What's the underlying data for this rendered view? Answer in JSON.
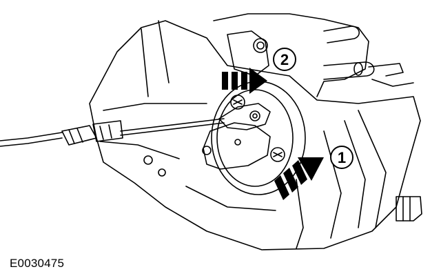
{
  "figure": {
    "code": "E0030475",
    "callouts": [
      {
        "id": "callout-1",
        "label": "1"
      },
      {
        "id": "callout-2",
        "label": "2"
      }
    ]
  }
}
